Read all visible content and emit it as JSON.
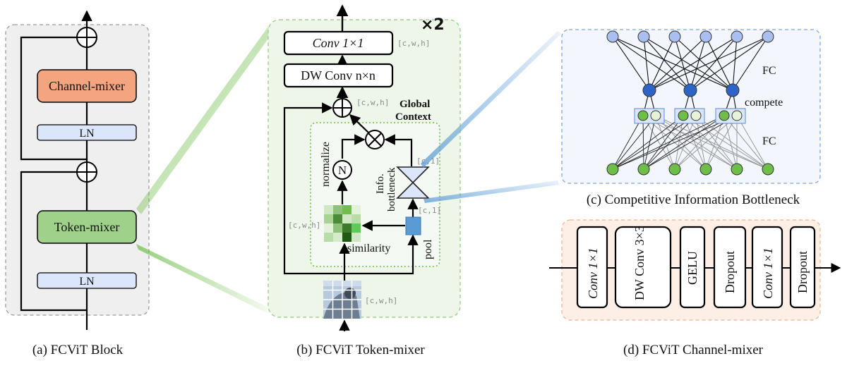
{
  "panel_a": {
    "caption": "(a) FCViT Block",
    "channel_mixer": "Channel-mixer",
    "token_mixer": "Token-mixer",
    "ln_top": "LN",
    "ln_bottom": "LN",
    "colors": {
      "channel_mixer": "#f4a57f",
      "token_mixer": "#9fd18b",
      "ln": "#dbe6fb",
      "panel_bg": "#efefef"
    }
  },
  "panel_b": {
    "caption": "(b) FCViT Token-mixer",
    "repeat": "×2",
    "conv1x1": "Conv 1×1",
    "dwconv": "DW Conv n×n",
    "global_context_line1": "Global",
    "global_context_line2": "Context",
    "normalize": "normalize",
    "norm_symbol": "N",
    "info_line1": "Info.",
    "info_line2": "bottleneck",
    "similarity": "similarity",
    "pool": "pool",
    "dims": {
      "top": "[c,w,h]",
      "plus": "[c,w,h]",
      "bottleneck": "[c,1]",
      "pool": "[c,1]",
      "similarity": "[c,w,h]",
      "input": "[c,w,h]"
    },
    "colors": {
      "panel_bg": "#eef6e9",
      "pool_square": "#5a9bd5"
    }
  },
  "panel_c": {
    "caption": "(c) Competitive Information Bottleneck",
    "fc_top": "FC",
    "fc_bottom": "FC",
    "compete": "compete",
    "colors": {
      "input_node": "#a9bff0",
      "compete_node": "#2e64c6",
      "output_node": "#6fbe4a"
    }
  },
  "panel_d": {
    "caption": "(d) FCViT Channel-mixer",
    "blocks": [
      "Conv 1×1",
      "DW Conv 3×3",
      "GELU",
      "Dropout",
      "Conv 1×1",
      "Dropout"
    ],
    "colors": {
      "panel_bg": "#fdeee6"
    }
  }
}
